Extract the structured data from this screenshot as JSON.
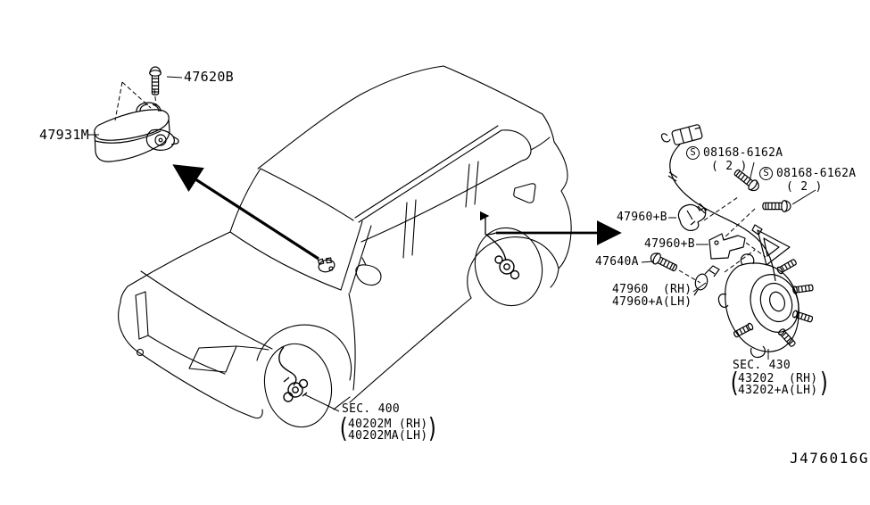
{
  "figure": {
    "diagram_id": "J476016G",
    "background": "#ffffff",
    "line_color": "#000000"
  },
  "labels": {
    "mount_bolt": "47620B",
    "skid_control_module": "47931M",
    "screw_symbol": "S",
    "screw_front": {
      "code": "08168-6162A",
      "qty": "( 2 )"
    },
    "screw_rear": {
      "code": "08168-6162A",
      "qty": "( 2 )"
    },
    "harness_clip_upper": "47960+B",
    "harness_bracket_lower": "47960+B",
    "sensor_bolt": "47640A",
    "rear_sensor_rh": "47960  (RH)",
    "rear_sensor_lh": "47960+A(LH)",
    "sec400": {
      "title": "SEC. 400",
      "line_rh": "40202M (RH)",
      "line_lh": "40202MA(LH)",
      "paren_open": "(",
      "paren_close": ")"
    },
    "sec430": {
      "title": "SEC. 430",
      "line_rh": "43202  (RH)",
      "line_lh": "43202+A(LH)",
      "paren_open": "(",
      "paren_close": ")"
    }
  }
}
